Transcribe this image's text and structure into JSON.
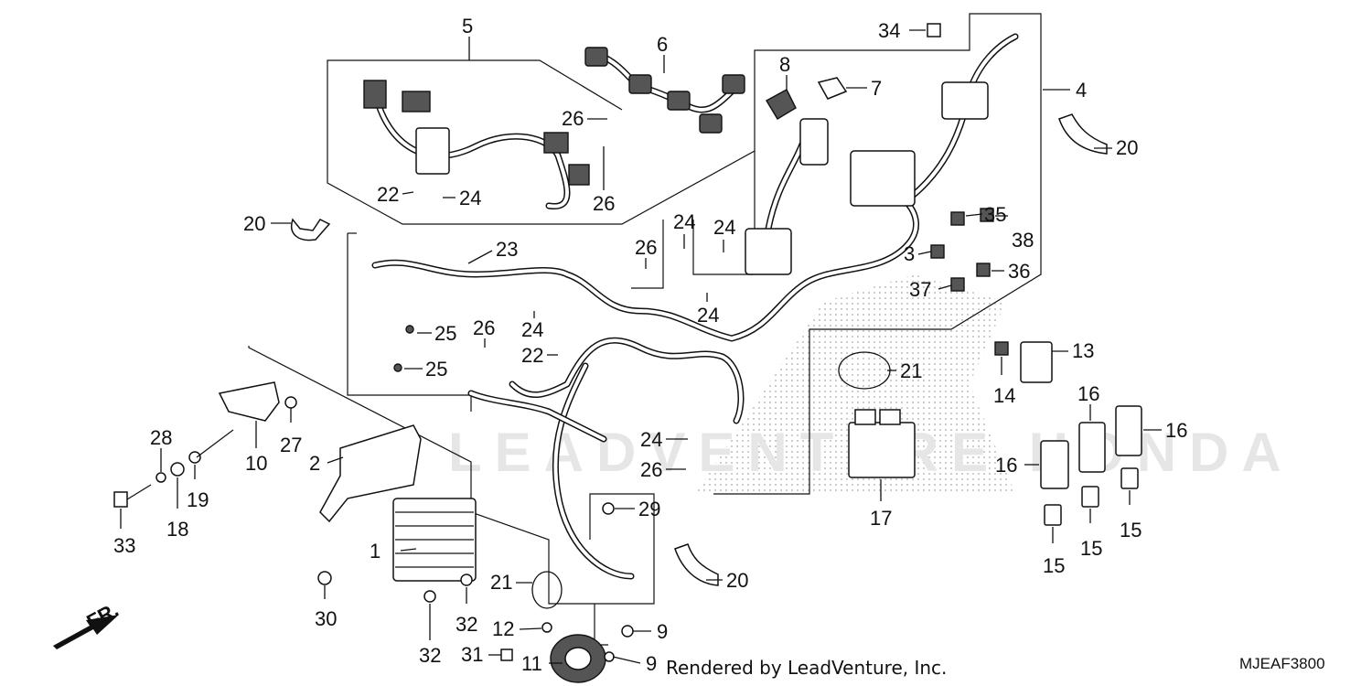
{
  "diagram": {
    "credit": "Rendered by LeadVenture, Inc.",
    "code": "MJEAF3800",
    "direction_label": "FR.",
    "watermark_text": "LEADVENTURE HONDA",
    "callouts": {
      "c1": "1",
      "c2": "2",
      "c3": "3",
      "c4": "4",
      "c5": "5",
      "c6": "6",
      "c7": "7",
      "c8": "8",
      "c9a": "9",
      "c9b": "9",
      "c10": "10",
      "c11": "11",
      "c12": "12",
      "c13": "13",
      "c14": "14",
      "c15a": "15",
      "c15b": "15",
      "c15c": "15",
      "c16a": "16",
      "c16b": "16",
      "c16c": "16",
      "c17": "17",
      "c18": "18",
      "c19": "19",
      "c20a": "20",
      "c20b": "20",
      "c20c": "20",
      "c21a": "21",
      "c21b": "21",
      "c22a": "22",
      "c22b": "22",
      "c23": "23",
      "c24a": "24",
      "c24b": "24",
      "c24c": "24",
      "c24d": "24",
      "c24e": "24",
      "c24f": "24",
      "c25a": "25",
      "c25b": "25",
      "c26a": "26",
      "c26b": "26",
      "c26c": "26",
      "c26d": "26",
      "c26e": "26",
      "c27": "27",
      "c28": "28",
      "c29": "29",
      "c30": "30",
      "c31": "31",
      "c32a": "32",
      "c32b": "32",
      "c33": "33",
      "c34": "34",
      "c35": "35",
      "c36": "36",
      "c37": "37",
      "c38": "38"
    }
  }
}
